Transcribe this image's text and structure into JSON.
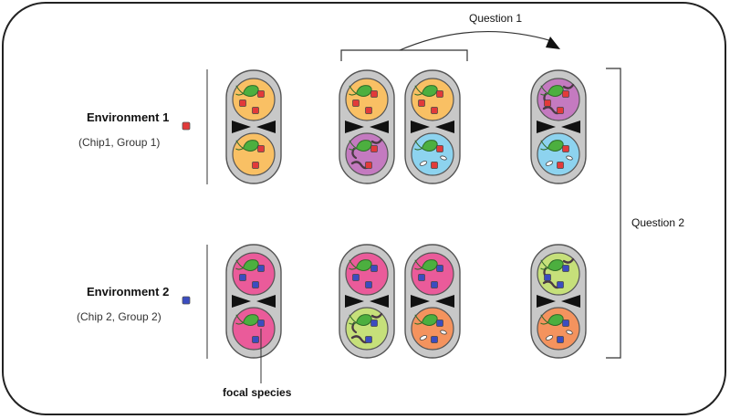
{
  "environments": [
    {
      "title": "Environment 1",
      "subtitle": "(Chip1, Group 1)",
      "marker_color": "#e23a3a"
    },
    {
      "title": "Environment 2",
      "subtitle": "(Chip 2, Group 2)",
      "marker_color": "#3b4cc0"
    }
  ],
  "questions": {
    "q1": "Question 1",
    "q2": "Question 2"
  },
  "focal_label": "focal species",
  "colors": {
    "chamber_body": "#c8c8c8",
    "chamber_outline": "#555555",
    "orange": "#f9c064",
    "purple": "#c47ac0",
    "blue": "#8dd3ef",
    "pink": "#ea5b9a",
    "lime": "#c6e07a",
    "salmon": "#f4935e",
    "green_cell": "#4caf3f",
    "dark_cell": "#4a3a44",
    "red_box": "#e23a3a",
    "blue_box": "#3b4cc0"
  }
}
